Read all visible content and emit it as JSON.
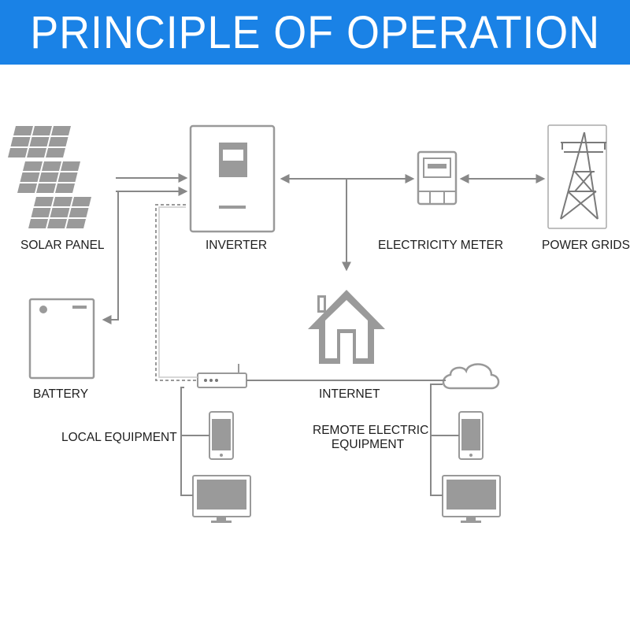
{
  "title": "PRINCIPLE OF OPERATION",
  "colors": {
    "banner": "#1a82e6",
    "line": "#888888",
    "icon_fill": "#9a9a9a"
  },
  "nodes": {
    "solar_panel": "SOLAR PANEL",
    "inverter": "INVERTER",
    "electricity_meter": "ELECTRICITY METER",
    "power_grids": "POWER GRIDS",
    "battery": "BATTERY",
    "internet": "INTERNET",
    "local_equipment": "LOCAL EQUIPMENT",
    "remote_equipment_line1": "REMOTE ELECTRIC",
    "remote_equipment_line2": "EQUIPMENT"
  },
  "icons": [
    "solar-panel-icon",
    "inverter-icon",
    "meter-icon",
    "power-tower-icon",
    "battery-icon",
    "house-icon",
    "router-icon",
    "cloud-icon",
    "phone-icon",
    "monitor-icon"
  ]
}
